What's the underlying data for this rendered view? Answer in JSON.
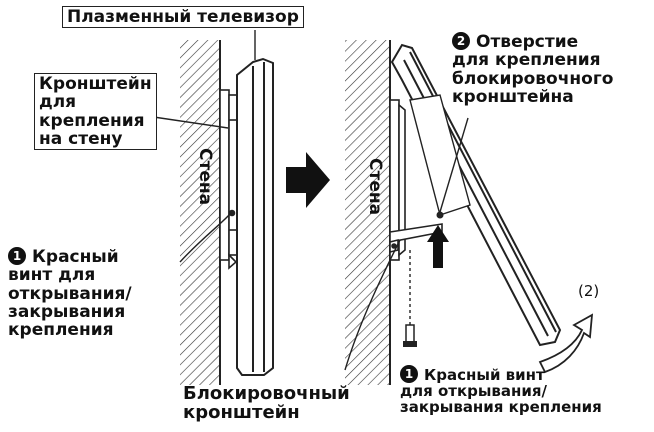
{
  "labels": {
    "tv": "Плазменный телевизор",
    "wall_bracket": "Кронштейн\nдля\nкрепления\nна стену",
    "wall_left": "Стена",
    "wall_right": "Стена",
    "hole_number": "2",
    "hole": "Отверстие\nдля крепления\nблокировочного\nкронштейна",
    "screw_left_number": "1",
    "screw_left": "Красный\nвинт для\nоткрывания/\nзакрывания\nкрепления",
    "lock_bracket": "Блокировочный\nкронштейн",
    "screw_right_number": "1",
    "screw_right": "Красный винт\nдля открывания/\nзакрывания крепления",
    "step": "(2)"
  },
  "colors": {
    "ink": "#111111",
    "background": "#ffffff",
    "hatch": "#333333"
  },
  "icons": {
    "big_arrow": "right-arrow-icon",
    "up_arrow": "up-arrow-icon",
    "curved_arrow": "curved-arrow-icon",
    "number_badge": "filled-circle-number-icon"
  }
}
